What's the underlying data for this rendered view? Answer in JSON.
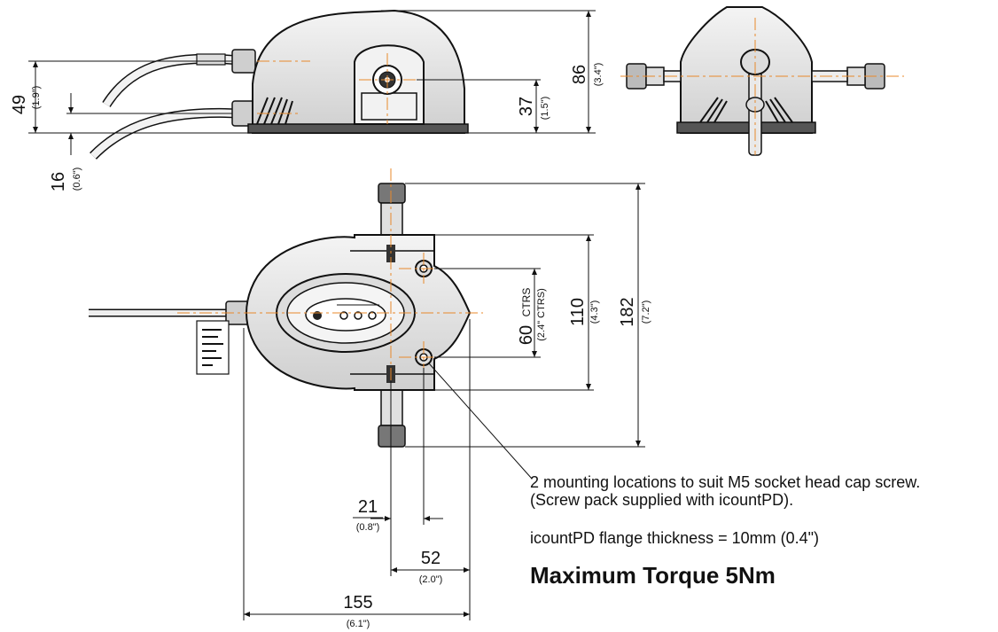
{
  "dimensions": {
    "height_49": {
      "value": "49",
      "inch": "(1.9\")"
    },
    "height_16": {
      "value": "16",
      "inch": "(0.6\")"
    },
    "height_37": {
      "value": "37",
      "inch": "(1.5\")"
    },
    "height_86": {
      "value": "86",
      "inch": "(3.4\")"
    },
    "ctrs_60": {
      "value": "60",
      "suffix": "CTRS",
      "inch": "(2.4\" CTRS)"
    },
    "height_110": {
      "value": "110",
      "inch": "(4.3\")"
    },
    "height_182": {
      "value": "182",
      "inch": "(7.2\")"
    },
    "width_21": {
      "value": "21",
      "inch": "(0.8\")"
    },
    "width_52": {
      "value": "52",
      "inch": "(2.0\")"
    },
    "width_155": {
      "value": "155",
      "inch": "(6.1\")"
    }
  },
  "notes": {
    "mounting_line1": "2 mounting locations to suit M5 socket head cap screw.",
    "mounting_line2": "(Screw pack supplied with icountPD).",
    "flange": "icountPD flange thickness = 10mm (0.4\")",
    "torque": "Maximum Torque 5Nm"
  },
  "colors": {
    "line": "#111111",
    "centerline": "#e8892b",
    "body_fill": "#e9e9e9",
    "body_dark": "#4a4a4a"
  }
}
